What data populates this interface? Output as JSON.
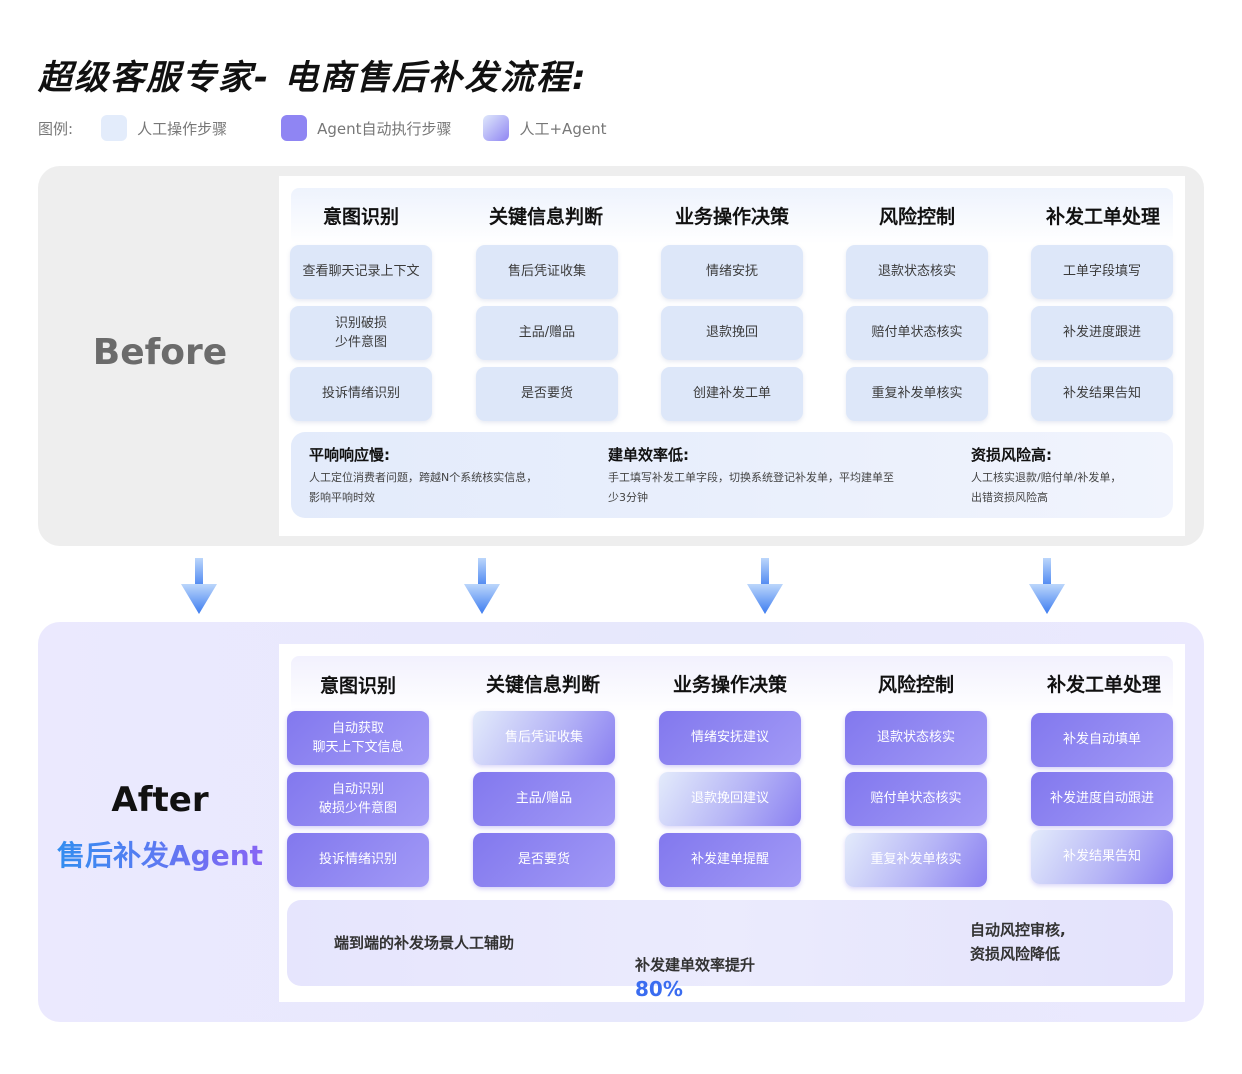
{
  "title": "超级客服专家- 电商售后补发流程:",
  "legend": {
    "label": "图例:",
    "human": "人工操作步骤",
    "agent": "Agent自动执行步骤",
    "mixed": "人工+Agent"
  },
  "before": {
    "label": "Before",
    "columns": [
      {
        "title": "意图识别",
        "steps": [
          "查看聊天记录上下文",
          "识别破损\n少件意图",
          "投诉情绪识别"
        ]
      },
      {
        "title": "关键信息判断",
        "steps": [
          "售后凭证收集",
          "主品/赠品",
          "是否要货"
        ]
      },
      {
        "title": "业务操作决策",
        "steps": [
          "情绪安抚",
          "退款挽回",
          "创建补发工单"
        ]
      },
      {
        "title": "风险控制",
        "steps": [
          "退款状态核实",
          "赔付单状态核实",
          "重复补发单核实"
        ]
      },
      {
        "title": "补发工单处理",
        "steps": [
          "工单字段填写",
          "补发进度跟进",
          "补发结果告知"
        ]
      }
    ],
    "pain_points": [
      {
        "title": "平响响应慢:",
        "text": "人工定位消费者问题，跨越N个系统核实信息，\n影响平响时效"
      },
      {
        "title": "建单效率低:",
        "text": "手工填写补发工单字段，切换系统登记补发单，平均建单至\n少3分钟"
      },
      {
        "title": "资损风险高:",
        "text": "人工核实退款/赔付单/补发单，\n出错资损风险高"
      }
    ]
  },
  "after": {
    "label": "After",
    "sublabel": "售后补发Agent",
    "columns": [
      {
        "title": "意图识别",
        "steps": [
          {
            "text": "自动获取\n聊天上下文信息",
            "kind": "agent"
          },
          {
            "text": "自动识别\n破损少件意图",
            "kind": "agent"
          },
          {
            "text": "投诉情绪识别",
            "kind": "agent"
          }
        ]
      },
      {
        "title": "关键信息判断",
        "steps": [
          {
            "text": "售后凭证收集",
            "kind": "mixed"
          },
          {
            "text": "主品/赠品",
            "kind": "agent"
          },
          {
            "text": "是否要货",
            "kind": "agent"
          }
        ]
      },
      {
        "title": "业务操作决策",
        "steps": [
          {
            "text": "情绪安抚建议",
            "kind": "agent"
          },
          {
            "text": "退款挽回建议",
            "kind": "mixed"
          },
          {
            "text": "补发建单提醒",
            "kind": "agent"
          }
        ]
      },
      {
        "title": "风险控制",
        "steps": [
          {
            "text": "退款状态核实",
            "kind": "agent"
          },
          {
            "text": "赔付单状态核实",
            "kind": "agent"
          },
          {
            "text": "重复补发单核实",
            "kind": "mixed"
          }
        ]
      },
      {
        "title": "补发工单处理",
        "steps": [
          {
            "text": "补发自动填单",
            "kind": "agent"
          },
          {
            "text": "补发进度自动跟进",
            "kind": "agent"
          },
          {
            "text": "补发结果告知",
            "kind": "mixed"
          }
        ]
      }
    ],
    "summary": {
      "item1": "端到端的补发场景人工辅助",
      "item2_text": "补发建单效率提升",
      "item2_value": "80%",
      "item3": "自动风控审核,\n资损风险降低"
    }
  }
}
